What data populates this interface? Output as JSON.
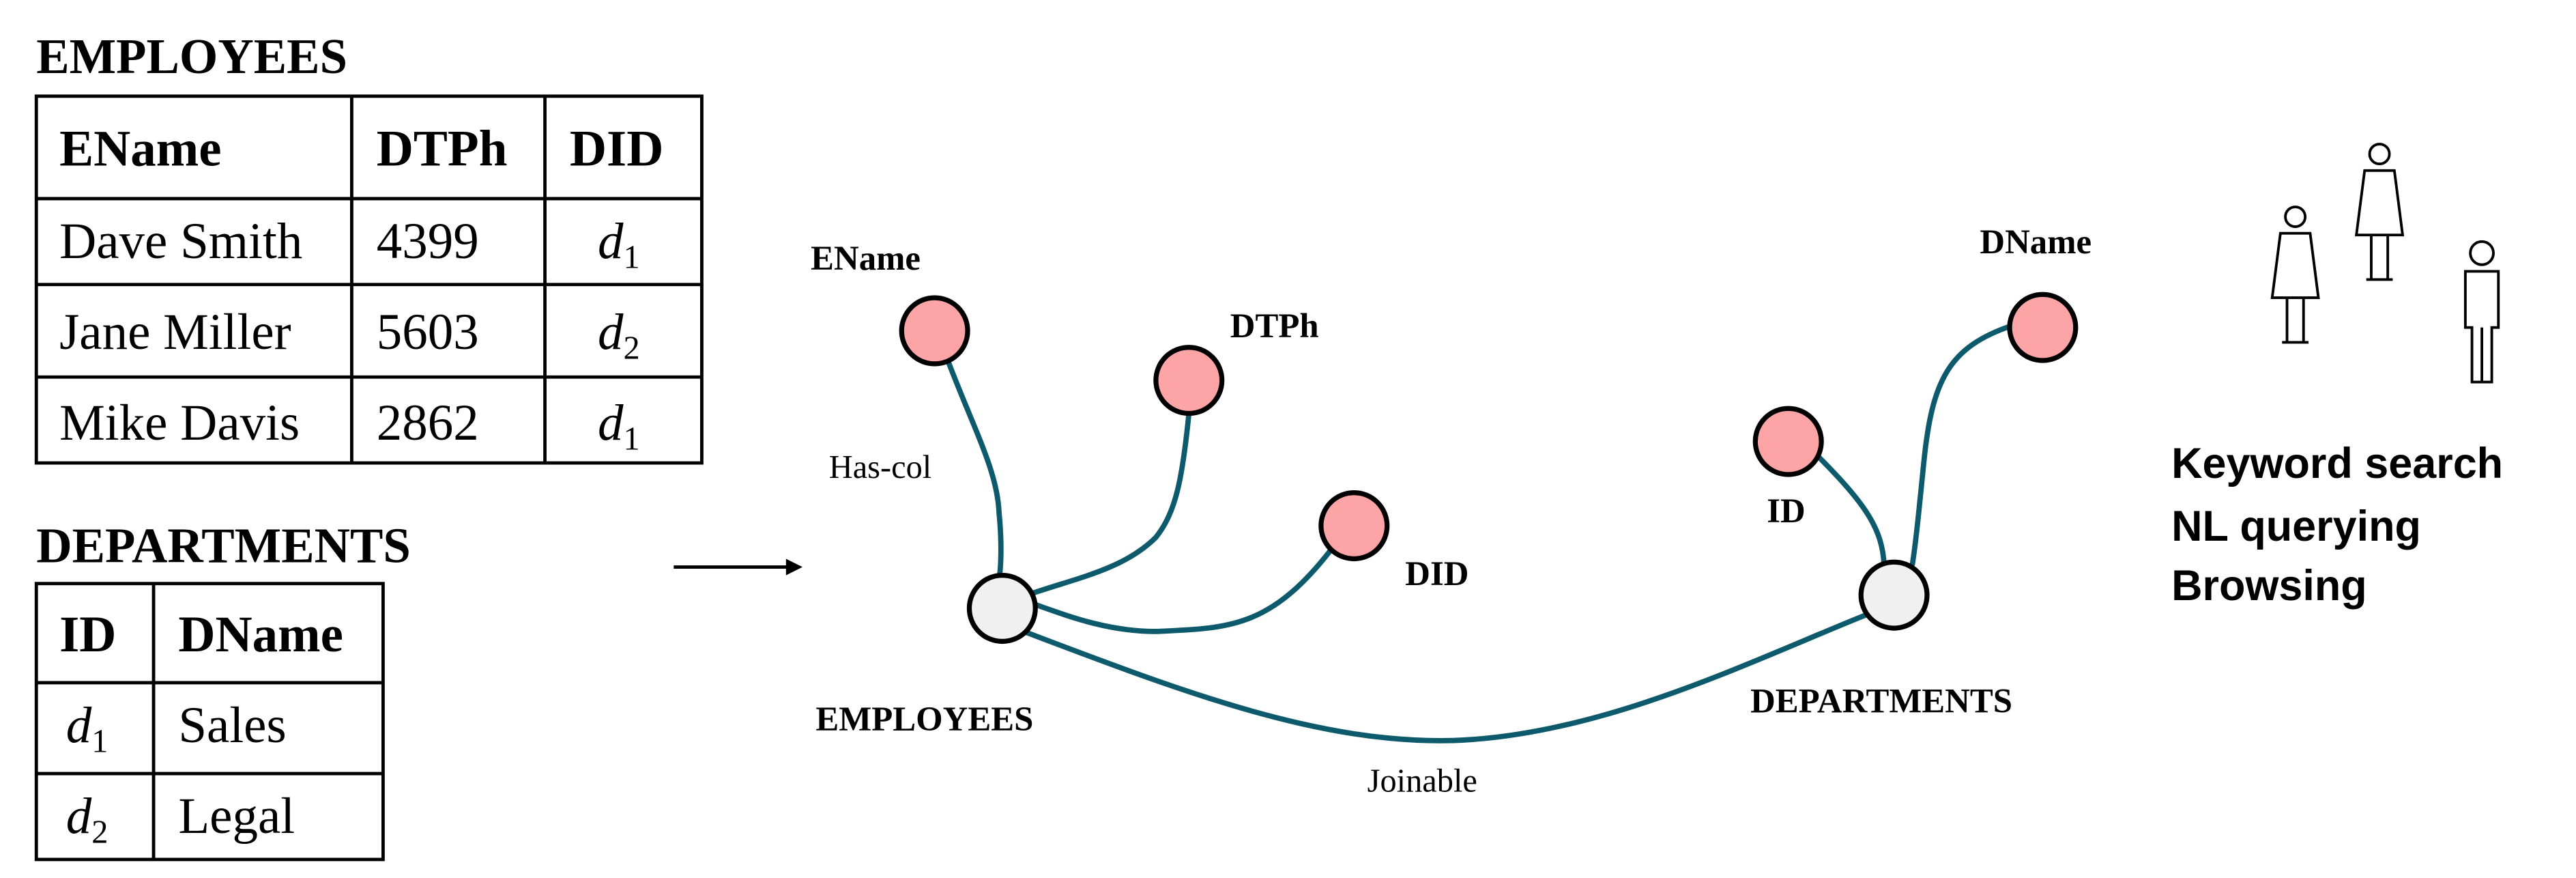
{
  "employees_table": {
    "title": "EMPLOYEES",
    "headers": [
      "EName",
      "DTPh",
      "DID"
    ],
    "rows": [
      [
        "Dave Smith",
        "4399",
        "d",
        "1"
      ],
      [
        "Jane Miller",
        "5603",
        "d",
        "2"
      ],
      [
        "Mike Davis",
        "2862",
        "d",
        "1"
      ]
    ]
  },
  "departments_table": {
    "title": "DEPARTMENTS",
    "headers": [
      "ID",
      "DName"
    ],
    "rows": [
      [
        "d",
        "1",
        "Sales"
      ],
      [
        "d",
        "2",
        "Legal"
      ]
    ]
  },
  "graph": {
    "nodes": {
      "ename": "EName",
      "dtph": "DTPh",
      "did": "DID",
      "employees": "EMPLOYEES",
      "id": "ID",
      "dname": "DName",
      "departments": "DEPARTMENTS"
    },
    "edge_labels": {
      "has_col": "Has-col",
      "joinable": "Joinable"
    },
    "colors": {
      "edge": "#0d5a6c",
      "column_node": "#fda4a6",
      "table_node": "#f0f0f0"
    }
  },
  "uses": [
    "Keyword search",
    "NL querying",
    "Browsing"
  ]
}
